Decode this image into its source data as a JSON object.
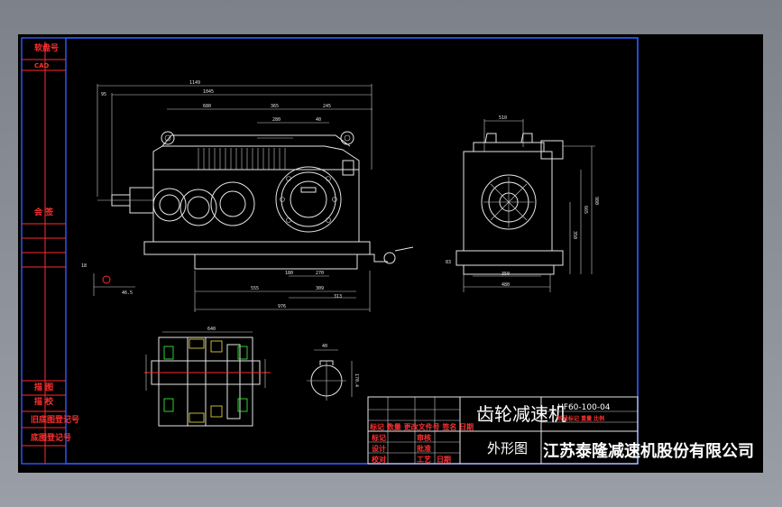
{
  "left_strip": {
    "archive_no": "软盘号",
    "cad": "CAD",
    "signature": "会 签",
    "drawn": "描 图",
    "checked": "描 校",
    "old_ref_no": "旧底图登记号",
    "base_ref_no": "底图登记号"
  },
  "title_block": {
    "product_name": "齿轮减速机",
    "drawing_no": "HF60-100-04",
    "view_name": "外形图",
    "company": "江苏泰隆减速机股份有限公司",
    "row_labels": [
      "标记",
      "设计",
      "校对",
      "审核"
    ],
    "revision_header": "标记 数量 更改文件号 签名 日期",
    "approve": "批准",
    "process": "工艺",
    "date": "日期",
    "scale_header": "阶段标记 重量 比例"
  },
  "dimensions": {
    "front_top": [
      "1149",
      "1045",
      "680",
      "365",
      "245",
      "280",
      "40",
      "95"
    ],
    "front_bottom": [
      "555",
      "180",
      "270",
      "309",
      "313",
      "976"
    ],
    "front_side_left": "18",
    "front_side_small": "46.5",
    "side_top": "510",
    "side_right": [
      "980",
      "665",
      "350"
    ],
    "side_bottom": [
      "350",
      "480"
    ],
    "side_left": "83",
    "plan_top": "640",
    "shaft_top": "40",
    "shaft_side": "170.4"
  }
}
